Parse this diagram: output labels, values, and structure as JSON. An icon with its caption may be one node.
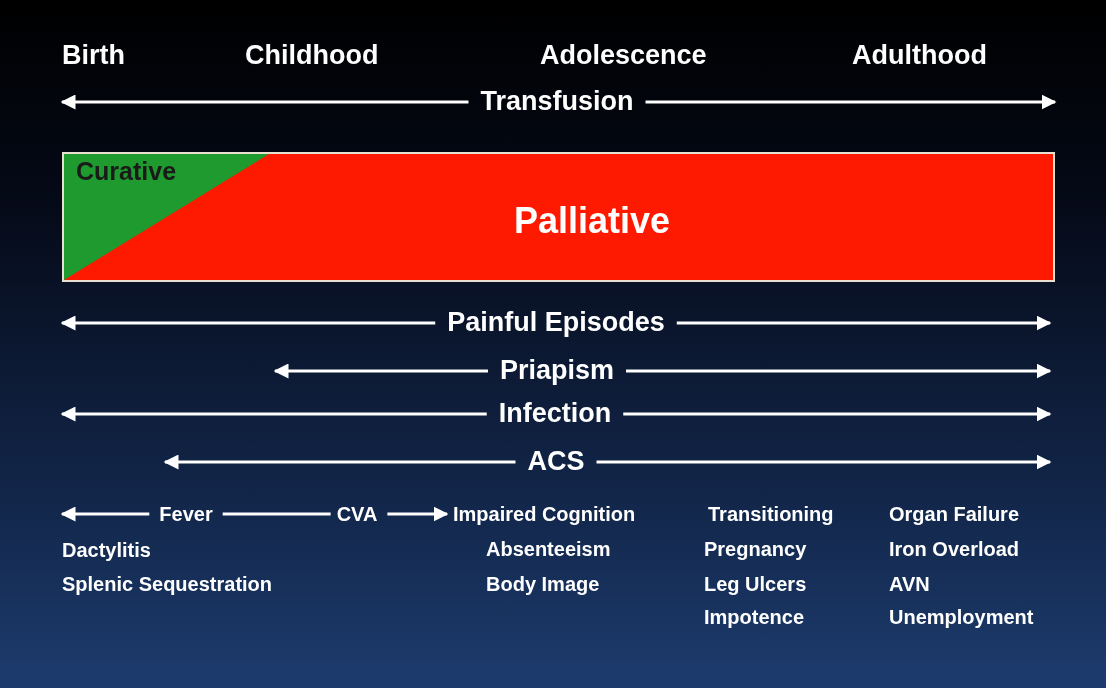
{
  "diagram": {
    "nodes": [
      {
        "text": [
          "Curative",
          "Palliative"
        ]
      },
      {
        "text": [
          "Fever"
        ]
      },
      {
        "text": [
          "CVA"
        ]
      },
      {
        "text": [
          "Impaired Cognition"
        ]
      }
    ],
    "edges": [
      {
        "from": 1,
        "to": null,
        "arrow": "to"
      },
      {
        "from": 1,
        "to": 2,
        "arrow": "none"
      },
      {
        "from": 2,
        "to": 3,
        "arrow": "to"
      }
    ],
    "labels": [
      "Birth",
      "Childhood",
      "Adolescence",
      "Adulthood",
      "Transfusion",
      "Painful Episodes",
      "Priapism",
      "Infection",
      "ACS",
      "Transitioning",
      "Organ Failure",
      "Dactylitis",
      "Absenteeism",
      "Pregnancy",
      "Iron Overload",
      "Splenic Sequestration",
      "Body Image",
      "Leg Ulcers",
      "AVN",
      "Impotence",
      "Unemployment"
    ]
  }
}
